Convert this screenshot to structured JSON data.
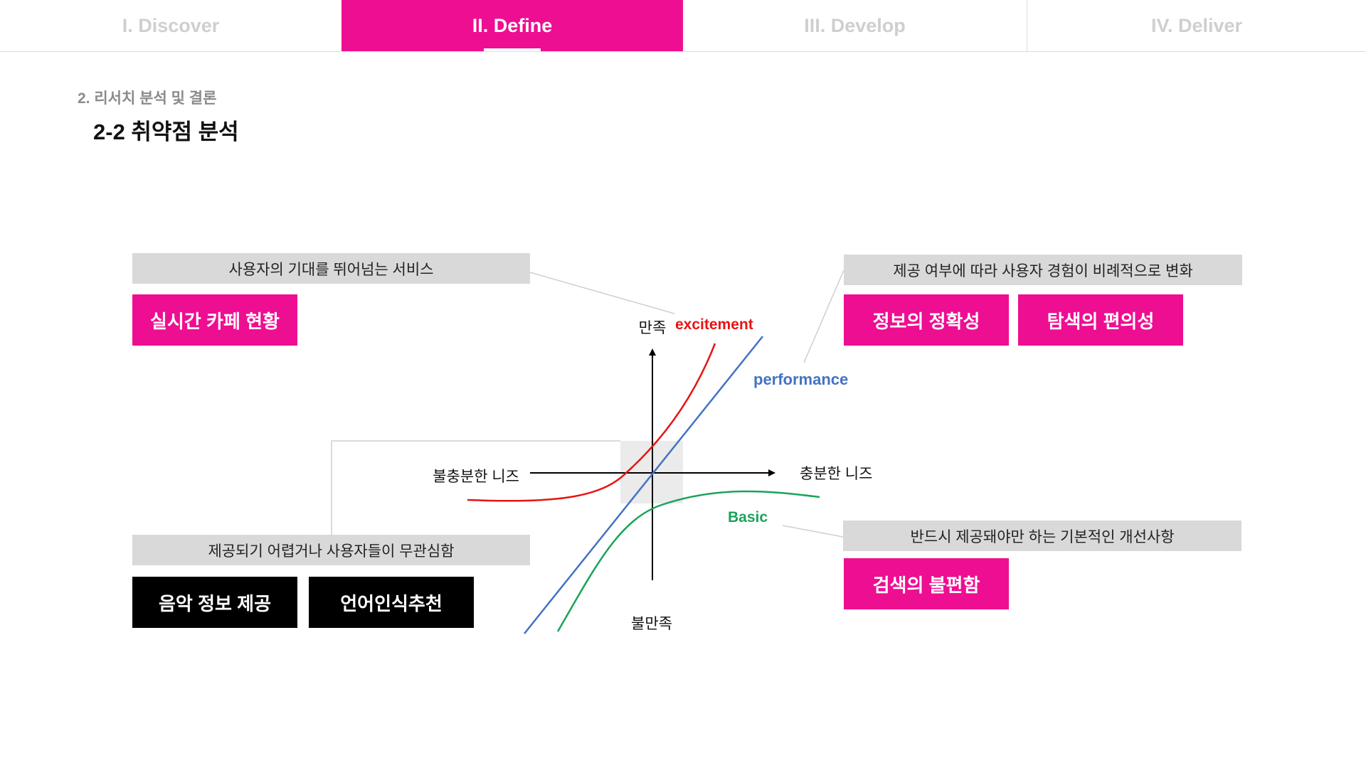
{
  "tabs": [
    {
      "label": "I. Discover",
      "active": false
    },
    {
      "label": "II. Define",
      "active": true
    },
    {
      "label": "III. Develop",
      "active": false
    },
    {
      "label": "IV. Deliver",
      "active": false
    }
  ],
  "section": {
    "subtitle": "2. 리서치 분석 및 결론",
    "title": "2-2 취약점 분석"
  },
  "diagram": {
    "axis_top": "만족",
    "axis_bottom": "불만족",
    "axis_left": "불충분한 니즈",
    "axis_right": "충분한 니즈",
    "curves": {
      "excitement": "excitement",
      "performance": "performance",
      "basic": "Basic"
    },
    "colors": {
      "excitement": "#e81313",
      "performance": "#4472c4",
      "basic": "#1aa35a",
      "accent": "#ee0e92"
    }
  },
  "groups": {
    "excitement": {
      "caption": "사용자의 기대를 뛰어넘는 서비스",
      "tags": [
        "실시간 카페 현황"
      ]
    },
    "performance": {
      "caption": "제공 여부에 따라 사용자 경험이 비례적으로 변화",
      "tags": [
        "정보의 정확성",
        "탐색의 편의성"
      ]
    },
    "indifferent": {
      "caption": "제공되기 어렵거나 사용자들이 무관심함",
      "tags": [
        "음악 정보 제공",
        "언어인식추천"
      ]
    },
    "basic": {
      "caption": "반드시 제공돼야만 하는 기본적인 개선사항",
      "tags": [
        "검색의 불편함"
      ]
    }
  }
}
